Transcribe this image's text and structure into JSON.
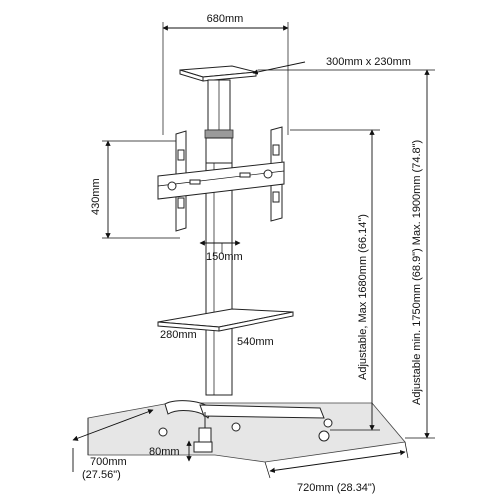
{
  "diagram": {
    "labels": {
      "top_width": "680mm",
      "tray_size": "300mm x 230mm",
      "bracket_height": "430mm",
      "column_depth": "150mm",
      "shelf_depth": "280mm",
      "shelf_width": "540mm",
      "adjustable_max": "Adjustable, Max 1680mm (66.14\")",
      "adjustable_range": "Adjustable min. 1750mm (68.9\") Max. 1900mm (74.8\")",
      "base_depth_mm": "700mm",
      "base_depth_in": "(27.56\")",
      "wheel_height": "80mm",
      "base_width": "720mm (28.34\")"
    },
    "colors": {
      "line": "#111111",
      "floor": "#e6e6e6",
      "column_dark": "#9a9a9a"
    }
  }
}
